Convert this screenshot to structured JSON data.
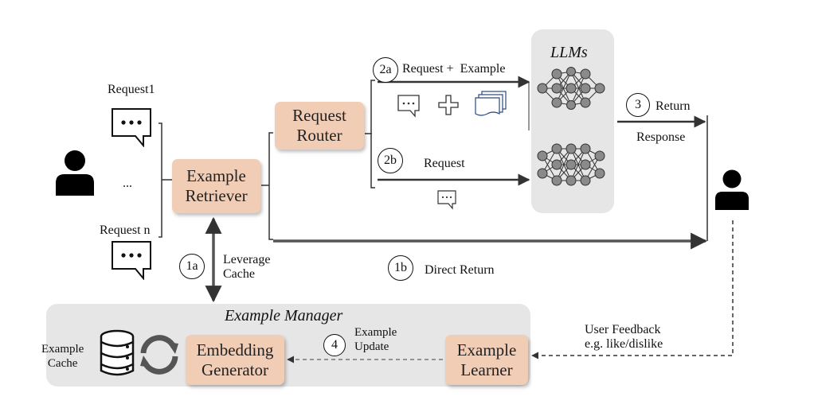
{
  "nodes": {
    "request_router": "Request\nRouter",
    "example_retriever": "Example\nRetriever",
    "embedding_generator": "Embedding\nGenerator",
    "example_learner": "Example\nLearner"
  },
  "panels": {
    "llms_title": "LLMs",
    "manager_title": "Example Manager"
  },
  "requests": {
    "request1": "Request1",
    "ellipsis": "...",
    "request_n": "Request n"
  },
  "steps": {
    "s1a": "1a",
    "s1b": "1b",
    "s2a": "2a",
    "s2b": "2b",
    "s3": "3",
    "s4": "4"
  },
  "labels": {
    "request_plus_example": "Request +  Example",
    "request": "Request",
    "return": "Return",
    "response": "Response",
    "leverage_cache": "Leverage\nCache",
    "direct_return": "Direct Return",
    "example_update": "Example\nUpdate",
    "example_cache": "Example\nCache",
    "user_feedback": "User Feedback\ne.g. like/dislike"
  },
  "icons": [
    "user-icon",
    "speech-bubble-icon",
    "plus-icon",
    "document-stack-icon",
    "neural-network-icon",
    "database-icon",
    "refresh-cycle-icon"
  ],
  "colors": {
    "node_fill": "#f2cdb6",
    "panel_fill": "#e6e6e6",
    "line": "#444444"
  }
}
